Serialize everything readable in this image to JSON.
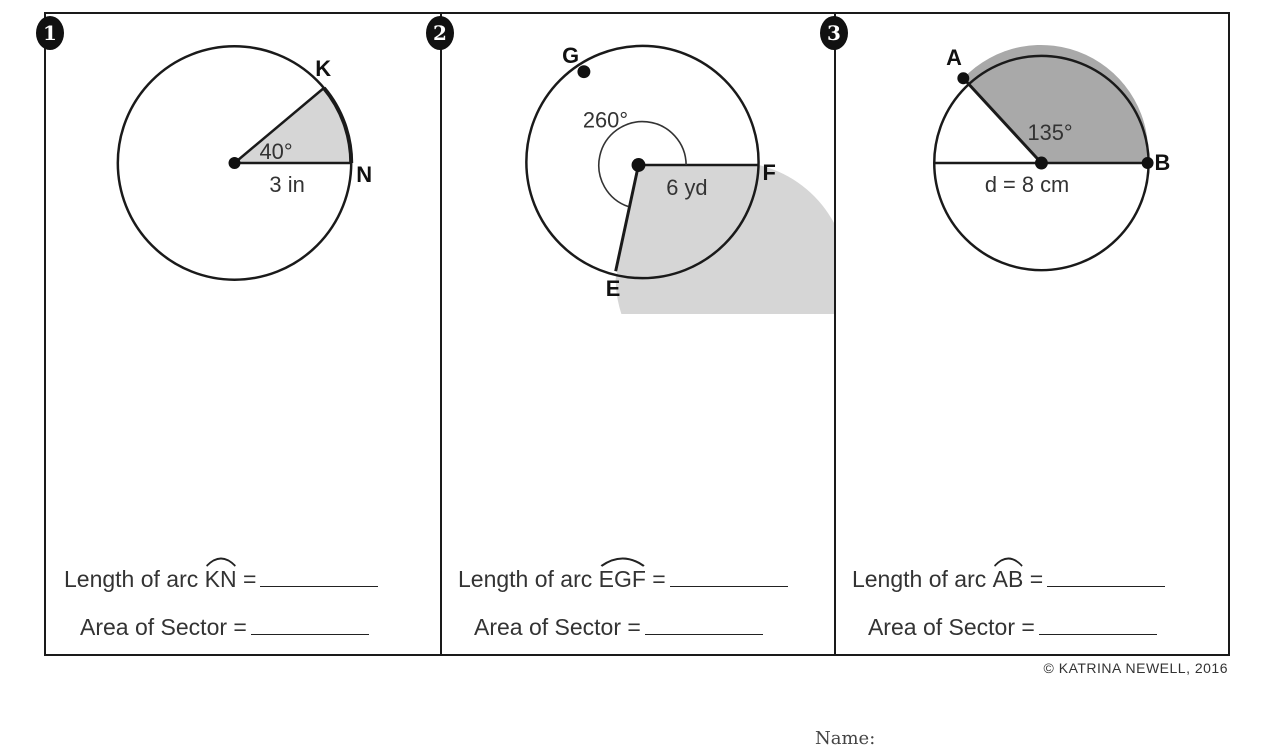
{
  "problems": [
    {
      "number": "1",
      "labels": {
        "point1": "K",
        "point2": "N",
        "angle": "40°",
        "measure": "3 in"
      },
      "arc_prefix": "Length of arc ",
      "arc_name": "KN",
      "arc_suffix": " =",
      "area_label": "Area of Sector ="
    },
    {
      "number": "2",
      "labels": {
        "point1": "G",
        "point2": "F",
        "point3": "E",
        "angle": "260°",
        "measure": "6 yd"
      },
      "arc_prefix": "Length of arc ",
      "arc_name": "EGF",
      "arc_suffix": " =",
      "area_label": "Area of Sector ="
    },
    {
      "number": "3",
      "labels": {
        "point1": "A",
        "point2": "B",
        "angle": "135°",
        "measure": "d = 8 cm"
      },
      "arc_prefix": "Length of arc ",
      "arc_name": "AB",
      "arc_suffix": " =",
      "area_label": "Area of Sector ="
    }
  ],
  "copyright": "© KATRINA NEWELL, 2016",
  "footer": {
    "name_label": "Name:"
  },
  "colors": {
    "shade_light": "#d6d6d6",
    "shade_dark": "#a9a9a9",
    "ink": "#1a1a1a"
  }
}
